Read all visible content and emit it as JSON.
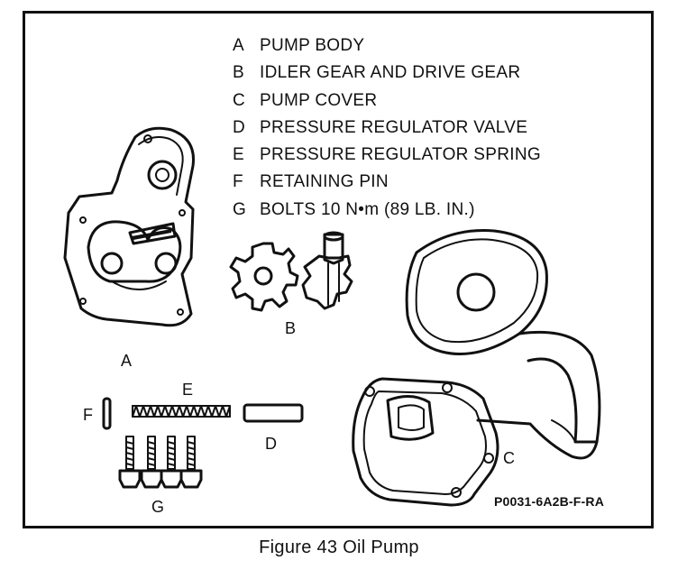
{
  "legend": [
    {
      "letter": "A",
      "text": "PUMP BODY"
    },
    {
      "letter": "B",
      "text": "IDLER GEAR AND DRIVE GEAR"
    },
    {
      "letter": "C",
      "text": "PUMP COVER"
    },
    {
      "letter": "D",
      "text": "PRESSURE REGULATOR VALVE"
    },
    {
      "letter": "E",
      "text": "PRESSURE REGULATOR SPRING"
    },
    {
      "letter": "F",
      "text": "RETAINING PIN"
    },
    {
      "letter": "G",
      "text": "BOLTS 10 N•m (89 LB. IN.)"
    }
  ],
  "part_labels": {
    "a": "A",
    "b": "B",
    "c": "C",
    "d": "D",
    "e": "E",
    "f": "F",
    "g": "G"
  },
  "reference_code": "P0031-6A2B-F-RA",
  "caption": "Figure 43 Oil Pump",
  "colors": {
    "ink": "#111111",
    "paper": "#ffffff"
  }
}
